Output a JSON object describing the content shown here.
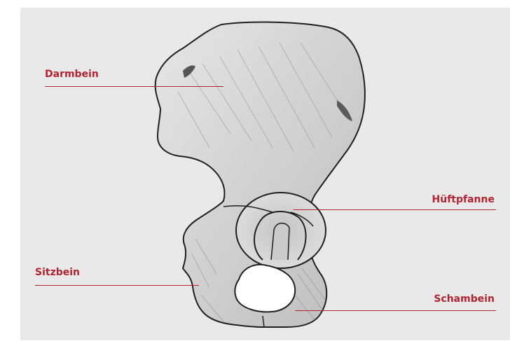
{
  "labels": {
    "darmbein": "Darmbein",
    "hueftpfanne": "Hüftpfanne",
    "sitzbein": "Sitzbein",
    "schambein": "Schambein"
  },
  "colors": {
    "label_text": "#b32430",
    "leader_line": "#b32430",
    "figure_background": "#e9e9e9",
    "bone_fill": "#dcdcdc",
    "bone_outline": "#1f1f1f",
    "page_background": "#ffffff"
  }
}
